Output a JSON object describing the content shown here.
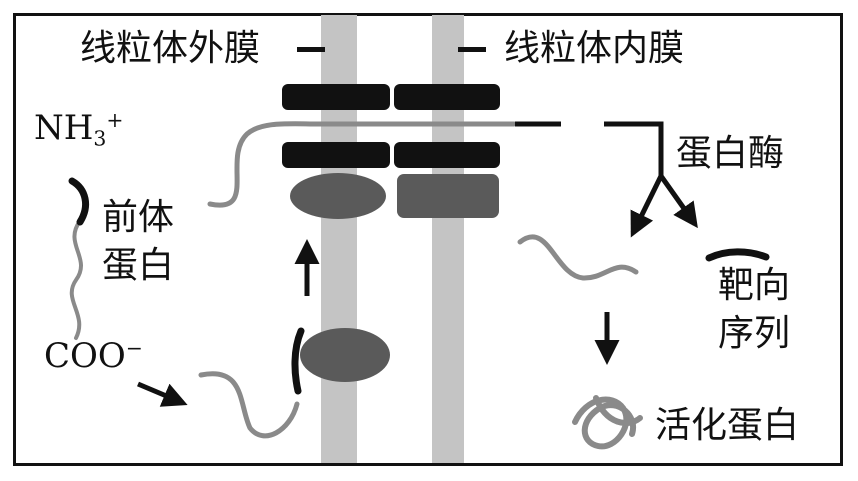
{
  "labels": {
    "outer_membrane": "线粒体外膜",
    "inner_membrane": "线粒体内膜",
    "nh3_main": "NH",
    "nh3_sub": "3",
    "nh3_sup": "+",
    "precursor_line1": "前体",
    "precursor_line2": "蛋白",
    "coo_main": "COO",
    "coo_sup": "−",
    "protease": "蛋白酶",
    "target_line1": "靶向",
    "target_line2": "序列",
    "active_protein": "活化蛋白"
  },
  "colors": {
    "membrane": "#c4c4c4",
    "channel": "#111111",
    "receptor": "#5a5a5a",
    "chain": "#8a8a8a",
    "signal": "#111111"
  },
  "icons": {
    "arrow": "arrow-icon",
    "tangle": "tangled-protein-icon"
  }
}
